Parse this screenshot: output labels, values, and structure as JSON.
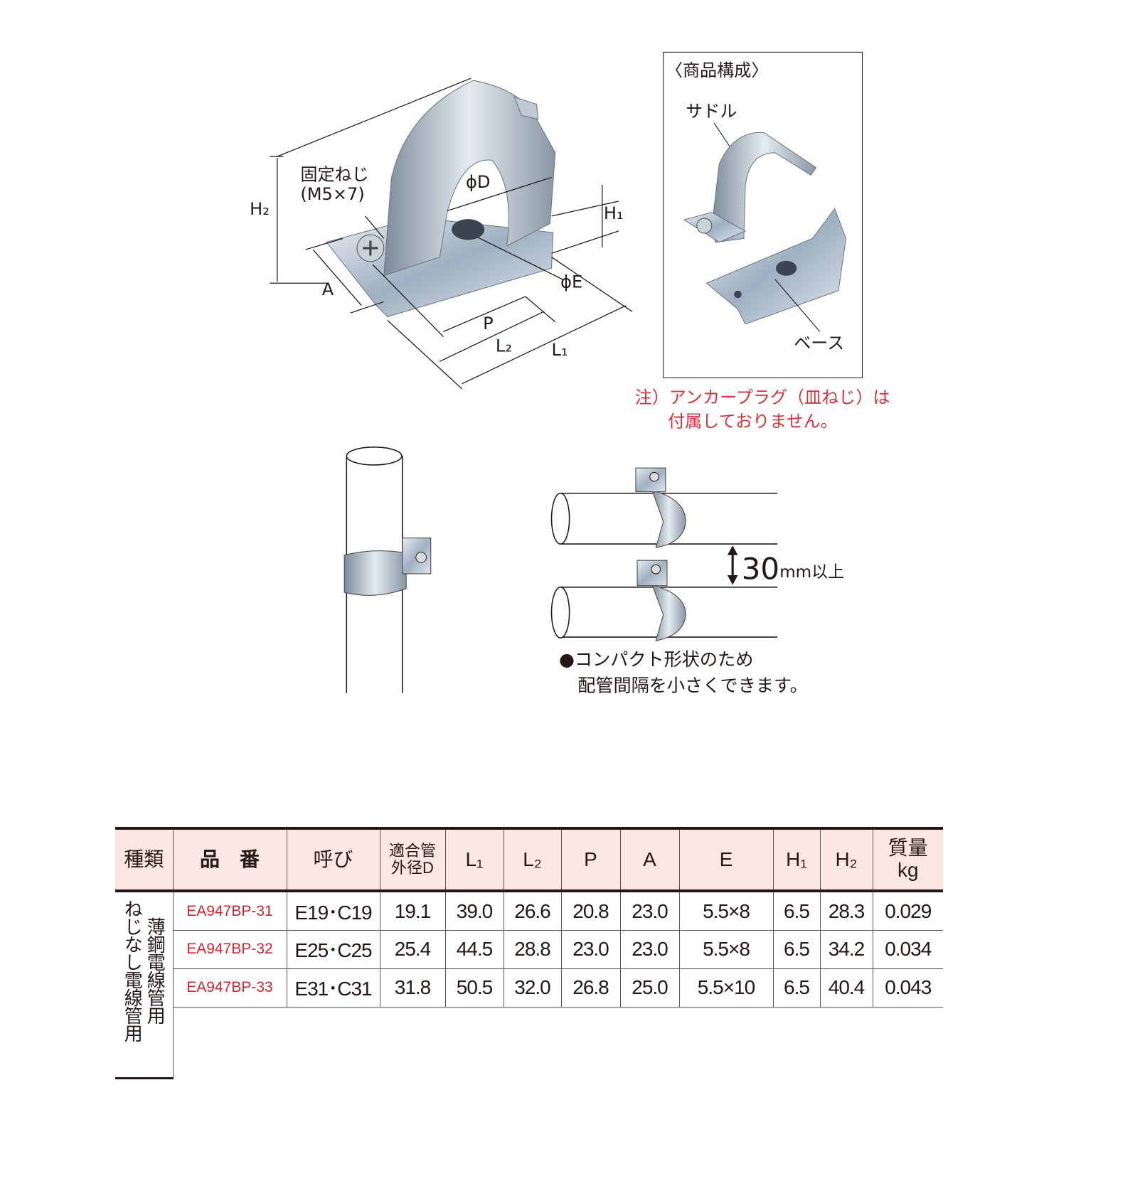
{
  "diagram": {
    "screw_label": "固定ねじ",
    "screw_spec": "(M5×7)",
    "dims": {
      "D": "ϕD",
      "E": "ϕE",
      "H1": "H₁",
      "H2": "H₂",
      "A": "A",
      "P": "P",
      "L1": "L₁",
      "L2": "L₂"
    }
  },
  "components": {
    "title": "〈商品構成〉",
    "saddle": "サドル",
    "base": "ベース"
  },
  "note": {
    "line1": "注）アンカープラグ（皿ねじ）は",
    "line2": "付属しておりません。"
  },
  "spacing": {
    "value": "30",
    "unit": "mm以上",
    "bullet_line1": "●コンパクト形状のため",
    "bullet_line2": "配管間隔を小さくできます。"
  },
  "colors": {
    "accent_red": "#d0242f",
    "header_bg": "#fbe6e3"
  },
  "table": {
    "headers": {
      "kind": "種類",
      "code": "品　番",
      "size": "呼び",
      "od_line1": "適合管",
      "od_line2": "外径D",
      "L1": "L₁",
      "L2": "L₂",
      "P": "P",
      "A": "A",
      "E": "E",
      "H1": "H₁",
      "H2": "H₂",
      "mass_line1": "質量",
      "mass_line2": "kg"
    },
    "kind_col1": "薄鋼電線管用",
    "kind_col2": "ねじなし電線管用",
    "rows": [
      {
        "code": "EA947BP-31",
        "size": "E19･C19",
        "od": "19.1",
        "L1": "39.0",
        "L2": "26.6",
        "P": "20.8",
        "A": "23.0",
        "E": "5.5×8",
        "H1": "6.5",
        "H2": "28.3",
        "mass": "0.029"
      },
      {
        "code": "EA947BP-32",
        "size": "E25･C25",
        "od": "25.4",
        "L1": "44.5",
        "L2": "28.8",
        "P": "23.0",
        "A": "23.0",
        "E": "5.5×8",
        "H1": "6.5",
        "H2": "34.2",
        "mass": "0.034"
      },
      {
        "code": "EA947BP-33",
        "size": "E31･C31",
        "od": "31.8",
        "L1": "50.5",
        "L2": "32.0",
        "P": "26.8",
        "A": "25.0",
        "E": "5.5×10",
        "H1": "6.5",
        "H2": "40.4",
        "mass": "0.043"
      }
    ]
  }
}
